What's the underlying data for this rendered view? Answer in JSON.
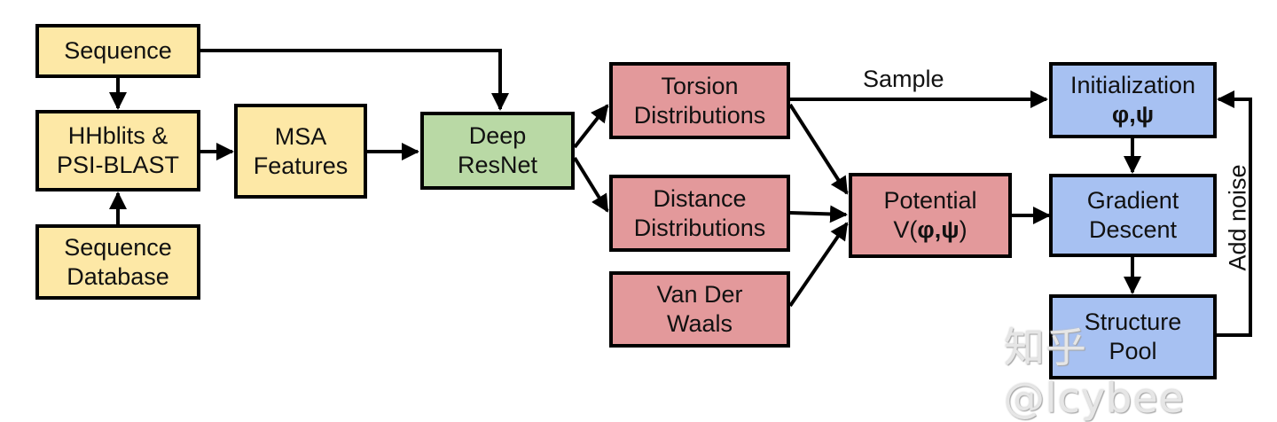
{
  "nodes": {
    "sequence": {
      "line1": "Sequence"
    },
    "hhblits": {
      "line1": "HHblits &",
      "line2": "PSI-BLAST"
    },
    "seq_db": {
      "line1": "Sequence",
      "line2": "Database"
    },
    "msa": {
      "line1": "MSA",
      "line2": "Features"
    },
    "resnet": {
      "line1": "Deep",
      "line2": "ResNet"
    },
    "torsion": {
      "line1": "Torsion",
      "line2": "Distributions"
    },
    "distance": {
      "line1": "Distance",
      "line2": "Distributions"
    },
    "vdw": {
      "line1": "Van Der",
      "line2": "Waals"
    },
    "potential": {
      "line1": "Potential",
      "line2_prefix": "V(",
      "line2_bold": "φ,ψ",
      "line2_suffix": ")"
    },
    "init": {
      "line1": "Initialization",
      "line2_bold": "φ,ψ"
    },
    "gradient": {
      "line1": "Gradient",
      "line2": "Descent"
    },
    "structure": {
      "line1": "Structure",
      "line2": "Pool"
    }
  },
  "edge_labels": {
    "sample": "Sample",
    "add_noise": "Add noise"
  },
  "watermark": "知乎 @lcybee",
  "colors": {
    "yellow": "#fde8a6",
    "green": "#b9d9a5",
    "red": "#e3999b",
    "blue": "#a7c1f2"
  }
}
